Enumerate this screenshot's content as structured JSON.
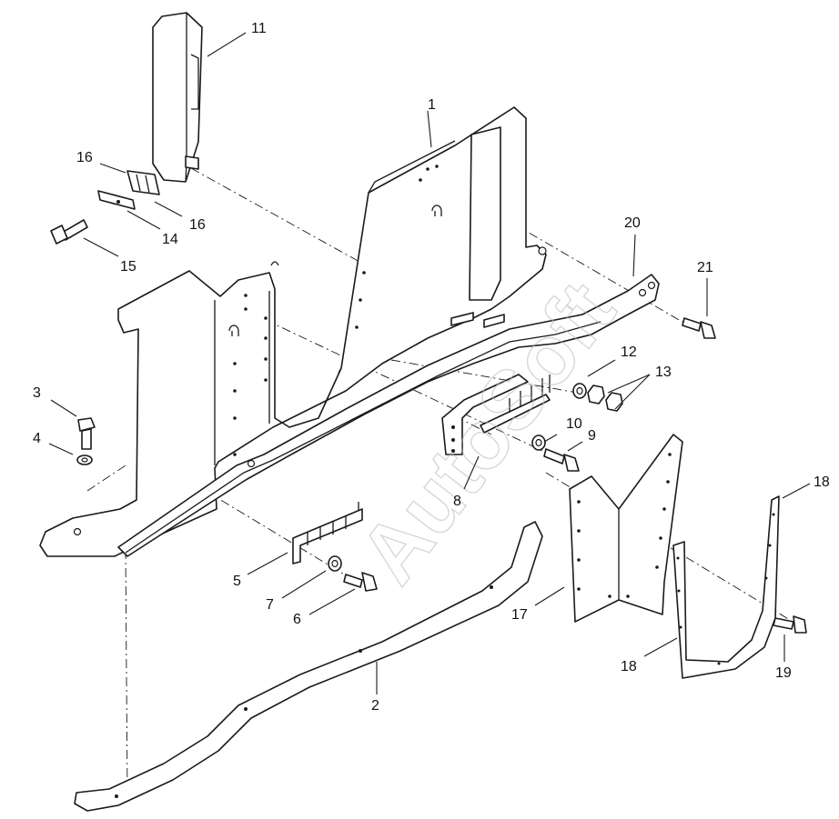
{
  "watermark": "AutoSoft",
  "callouts": {
    "c1": "1",
    "c2": "2",
    "c3": "3",
    "c4": "4",
    "c5": "5",
    "c6": "6",
    "c7": "7",
    "c8": "8",
    "c9": "9",
    "c10": "10",
    "c11": "11",
    "c12": "12",
    "c13": "13",
    "c14": "14",
    "c15": "15",
    "c16a": "16",
    "c16b": "16",
    "c17": "17",
    "c18a": "18",
    "c18b": "18",
    "c19": "19",
    "c20": "20",
    "c21": "21"
  }
}
